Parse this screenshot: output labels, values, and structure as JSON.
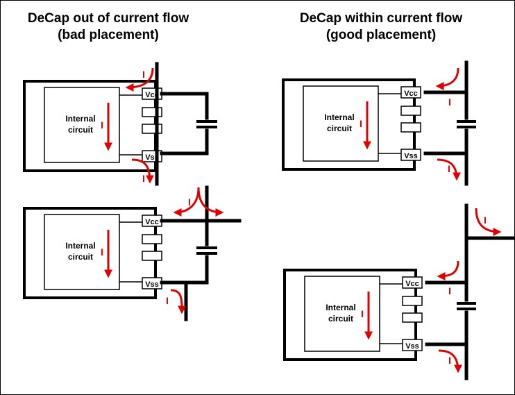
{
  "left": {
    "heading_line1": "DeCap out of current flow",
    "heading_line2": "(bad placement)"
  },
  "right": {
    "heading_line1": "DeCap within current flow",
    "heading_line2": "(good placement)"
  },
  "labels": {
    "internal_line1": "Internal",
    "internal_line2": "circuit",
    "vcc": "Vcc",
    "vss": "Vss",
    "current": "I"
  },
  "colors": {
    "wire": "#000000",
    "current_arrow": "#e00000",
    "background": "#ffffff"
  }
}
